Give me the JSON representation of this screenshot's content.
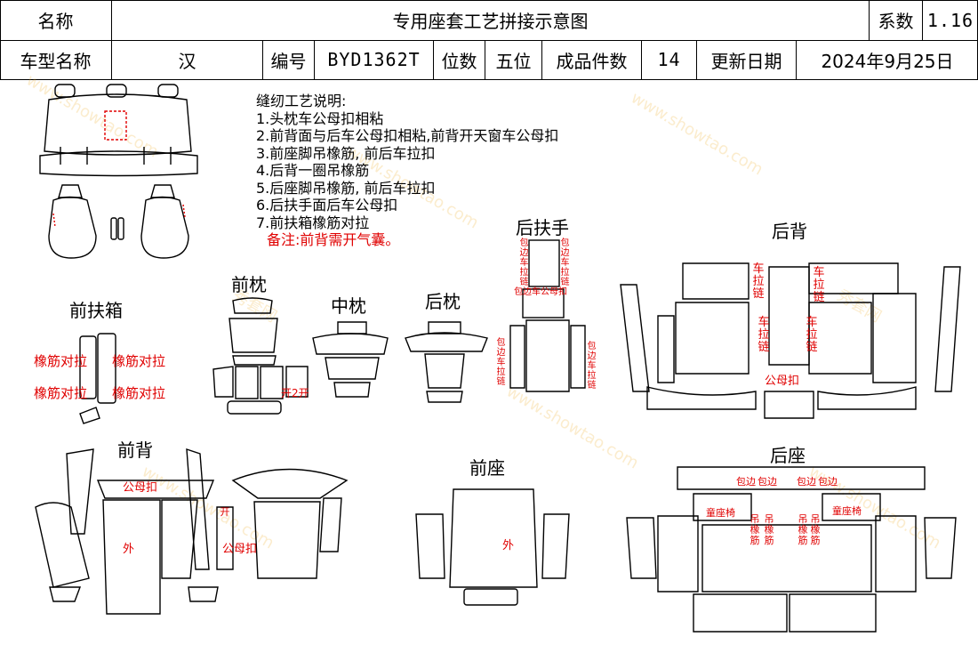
{
  "header": {
    "name_label": "名称",
    "title": "专用座套工艺拼接示意图",
    "coef_label": "系数",
    "coef_value": "1.16",
    "model_label": "车型名称",
    "model_value": "汉",
    "code_label": "编号",
    "code_value": "BYD1362T",
    "seats_label": "位数",
    "seats_value": "五位",
    "pieces_label": "成品件数",
    "pieces_value": "14",
    "date_label": "更新日期",
    "date_value": "2024年9月25日"
  },
  "notes": {
    "title": "缝纫工艺说明:",
    "items": [
      "1.头枕车公母扣相粘",
      "2.前背面与后车公母扣相粘,前背开天窗车公母扣",
      "3.前座脚吊橡筋, 前后车拉扣",
      "4.后背一圈吊橡筋",
      "5.后座脚吊橡筋, 前后车拉扣",
      "6.后扶手面后车公母扣",
      "7.前扶箱橡筋对拉"
    ],
    "remark": "备注:前背需开气囊。"
  },
  "sections": {
    "front_armbox": "前扶箱",
    "front_headrest": "前枕",
    "middle_headrest": "中枕",
    "rear_headrest": "后枕",
    "rear_armrest": "后扶手",
    "rear_back": "后背",
    "front_back": "前背",
    "front_seat": "前座",
    "rear_seat": "后座"
  },
  "annotations": {
    "elastic_pull": "橡筋对拉",
    "open_2": "开2开",
    "snap_female": "公母扣",
    "outer": "外",
    "edge": "包边",
    "car_zip": "车拉链",
    "edge_car_zip": "包边车拉链",
    "edge_car_snap": "包边车公母扣",
    "child_seat": "童座椅",
    "hang_elastic": "吊橡筋",
    "open": "开"
  },
  "watermark": {
    "text1": "秀套网",
    "text2": "www.showtao.com"
  }
}
